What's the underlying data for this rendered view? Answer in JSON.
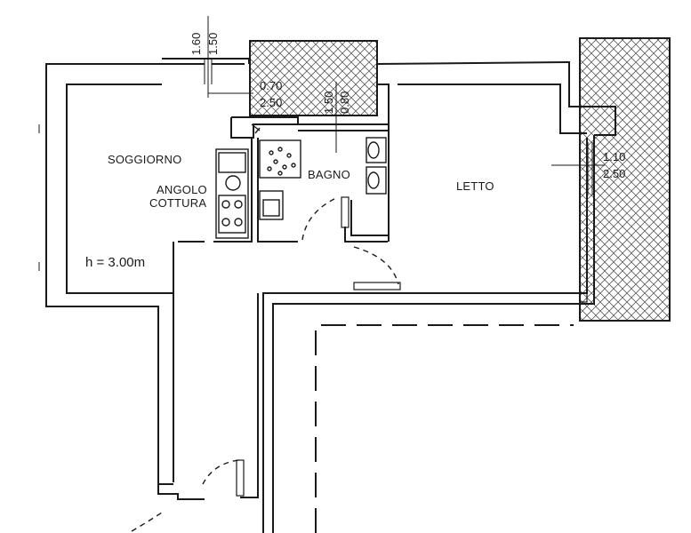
{
  "rooms": {
    "living": "SOGGIORNO",
    "kitchen_line1": "ANGOLO",
    "kitchen_line2": "COTTURA",
    "bath": "BAGNO",
    "bedroom": "LETTO"
  },
  "ceiling_height": "h = 3.00m",
  "dimensions": {
    "window_living_a": "1.60",
    "window_living_b": "1.50",
    "window_balcony_a": "0.70",
    "window_balcony_b": "2.50",
    "window_bath_a": "1.50",
    "window_bath_b": "0.80",
    "window_bedroom_a": "1.10",
    "window_bedroom_b": "2.50"
  },
  "colors": {
    "ink": "#1a1a1a",
    "hatch": "#555555",
    "background": "#ffffff"
  }
}
